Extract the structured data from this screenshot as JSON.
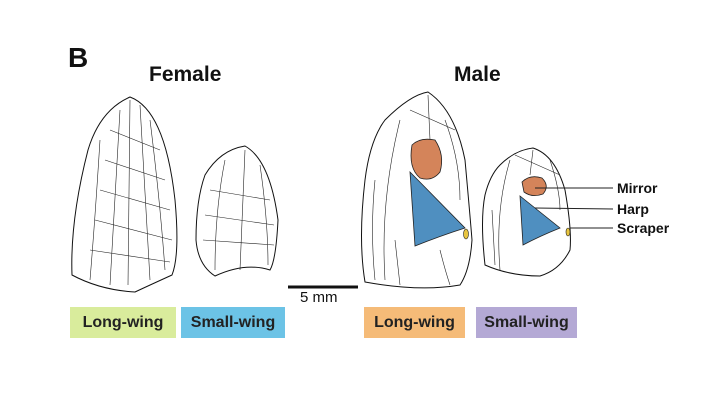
{
  "panel_label": "B",
  "female": {
    "title": "Female",
    "labels": [
      "Long-wing",
      "Small-wing"
    ]
  },
  "male": {
    "title": "Male",
    "labels": [
      "Long-wing",
      "Small-wing"
    ]
  },
  "scale_bar": "5 mm",
  "annotations": [
    "Mirror",
    "Harp",
    "Scraper"
  ],
  "colors": {
    "female_long": "#d9ec9c",
    "female_small": "#6cc3e6",
    "male_long": "#f5bb78",
    "male_small": "#b4a9d5",
    "mirror": "#d4845a",
    "harp": "#4f8fc0",
    "scraper": "#e8c540"
  }
}
